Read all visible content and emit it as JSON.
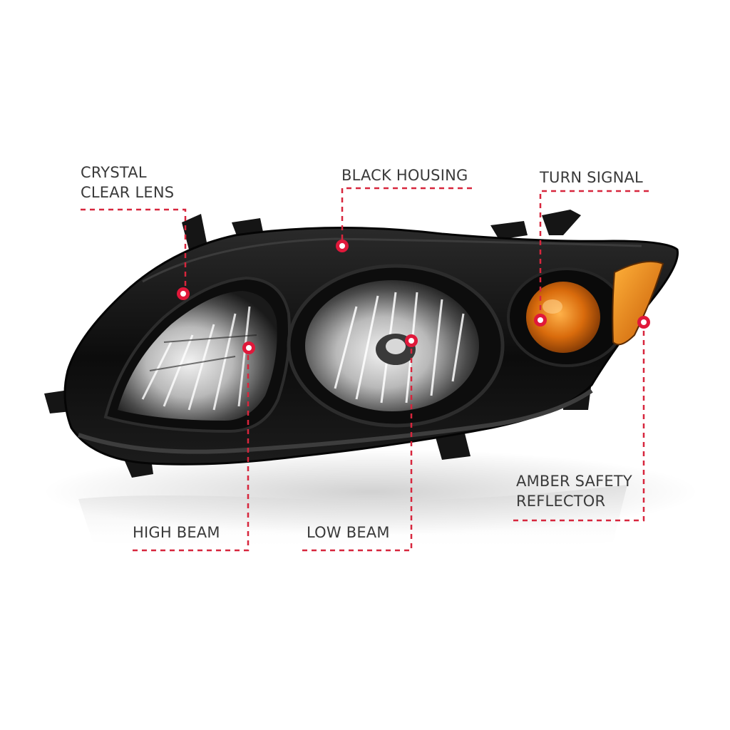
{
  "callouts": {
    "crystal_clear_lens": {
      "line1": "CRYSTAL",
      "line2": "CLEAR LENS"
    },
    "black_housing": {
      "text": "BLACK HOUSING"
    },
    "turn_signal": {
      "text": "TURN SIGNAL"
    },
    "amber_safety_reflector": {
      "line1": "AMBER SAFETY",
      "line2": "REFLECTOR"
    },
    "high_beam": {
      "text": "HIGH BEAM"
    },
    "low_beam": {
      "text": "LOW BEAM"
    }
  },
  "colors": {
    "leader_line": "#d7263d",
    "marker": "#e0183a",
    "housing": "#111111",
    "amber": "#e07a12",
    "label_text": "#3a3a3a"
  }
}
